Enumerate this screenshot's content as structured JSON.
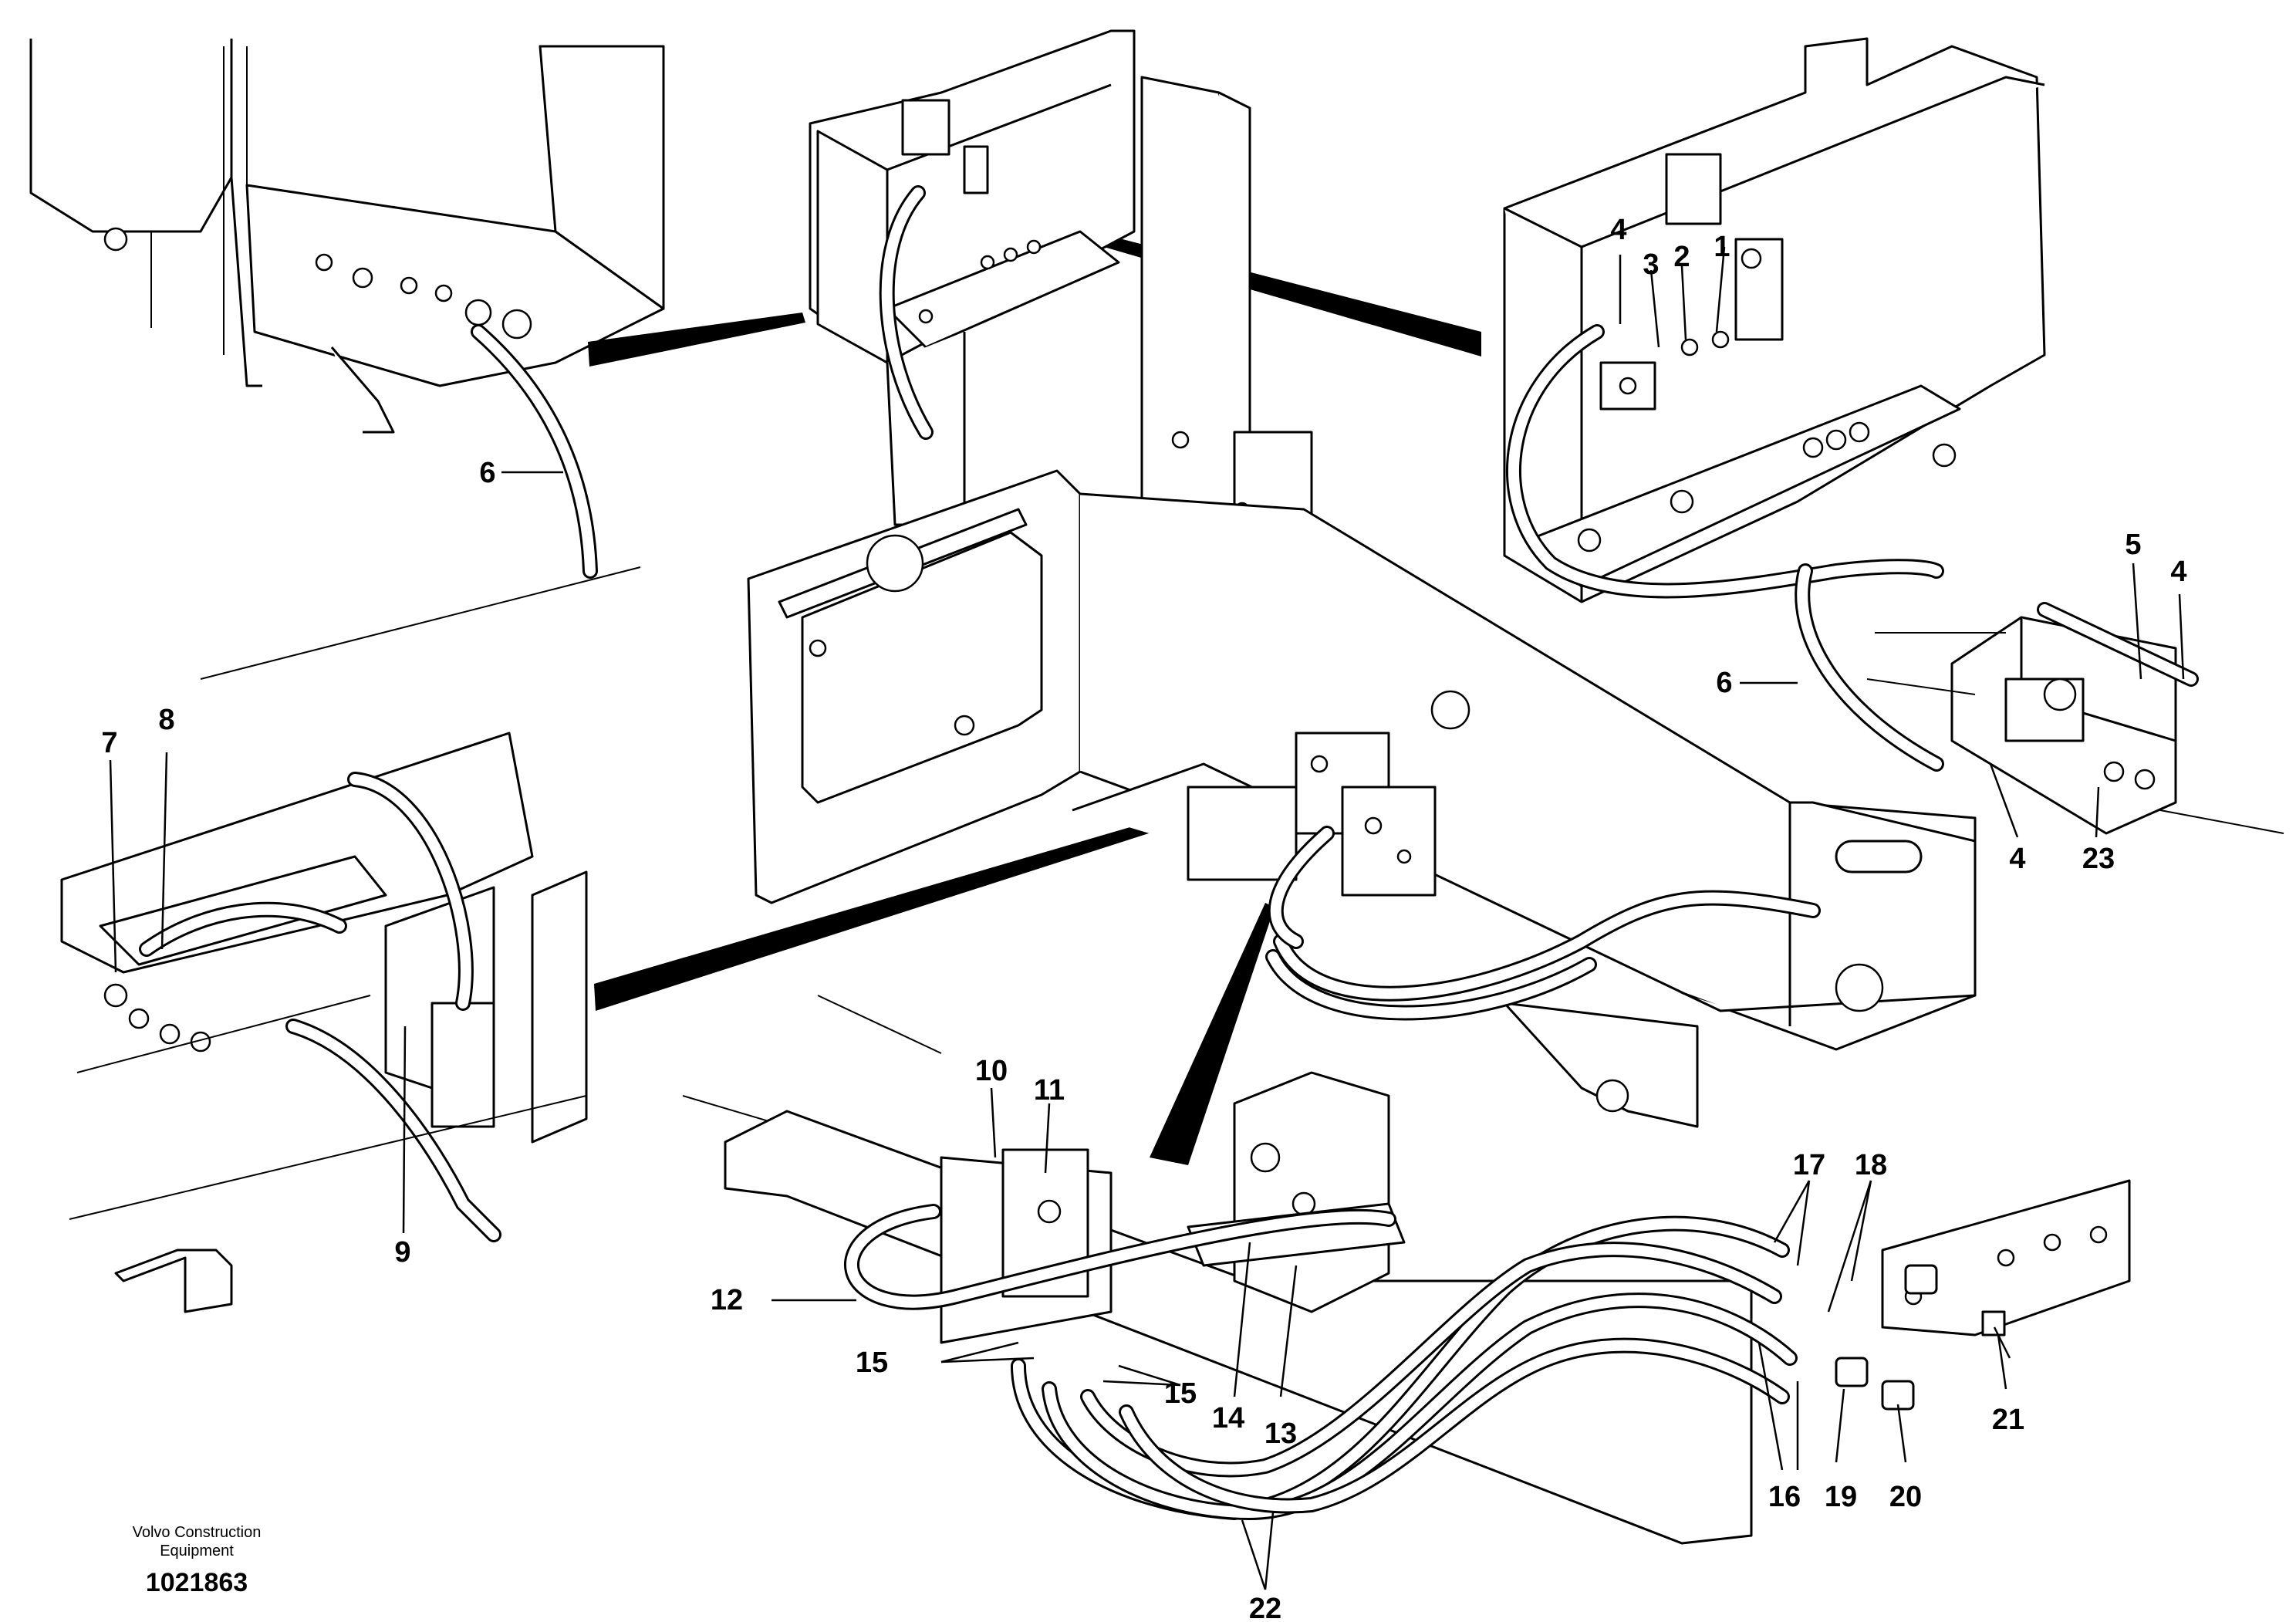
{
  "callouts": {
    "c1": "1",
    "c2": "2",
    "c3": "3",
    "c4_top": "4",
    "c4_right": "4",
    "c4_bottom": "4",
    "c5": "5",
    "c6_left": "6",
    "c6_right": "6",
    "c7": "7",
    "c8": "8",
    "c9": "9",
    "c10": "10",
    "c11": "11",
    "c12": "12",
    "c13": "13",
    "c14": "14",
    "c15_left": "15",
    "c15_right": "15",
    "c16": "16",
    "c17": "17",
    "c18": "18",
    "c19": "19",
    "c20": "20",
    "c21": "21",
    "c22": "22",
    "c23": "23"
  },
  "footer": {
    "line1": "Volvo Construction",
    "line2": "Equipment",
    "code": "1021863"
  }
}
